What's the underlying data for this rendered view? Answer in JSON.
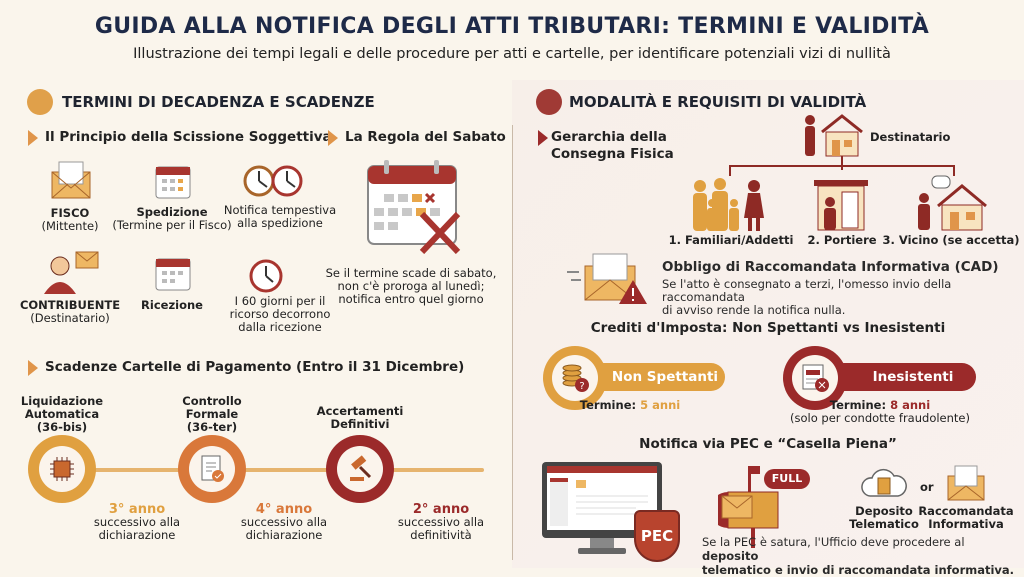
{
  "title": "GUIDA ALLA NOTIFICA DEGLI ATTI TRIBUTARI: TERMINI E VALIDITÀ",
  "subtitle": "Illustrazione dei tempi legali e delle procedure per atti e cartelle, per identificare potenziali vizi di nullità",
  "colors": {
    "navy": "#1e2a48",
    "orange": "#e0a040",
    "dark_orange": "#d9783a",
    "dark_red": "#9b2a2a"
  },
  "left": {
    "heading": "TERMINI DI DECADENZA E SCADENZE",
    "scissione": {
      "title": "Il Principio della Scissione Soggettiva",
      "fisco": {
        "label": "FISCO",
        "sub": "(Mittente)"
      },
      "spedizione": {
        "label": "Spedizione",
        "sub": "(Termine per il Fisco)"
      },
      "notifica": [
        "Notifica tempestiva",
        "alla spedizione"
      ],
      "contribuente": {
        "label": "CONTRIBUENTE",
        "sub": "(Destinatario)"
      },
      "ricezione": {
        "label": "Ricezione"
      },
      "ricorso": [
        "I 60 giorni per il",
        "ricorso decorrono",
        "dalla ricezione"
      ]
    },
    "sabato": {
      "title": "La Regola del Sabato",
      "text": [
        "Se il termine scade di sabato,",
        "non c'è proroga al lunedì;",
        "notifica entro quel giorno"
      ]
    },
    "cartelle": {
      "title": "Scadenze Cartelle di Pagamento (Entro il 31 Dicembre)",
      "steps": [
        {
          "label": [
            "Liquidazione",
            "Automatica",
            "(36-bis)"
          ],
          "icon": "chip-icon",
          "year": "3° anno",
          "desc": [
            "successivo alla",
            "dichiarazione"
          ]
        },
        {
          "label": [
            "Controllo",
            "Formale",
            "(36-ter)"
          ],
          "icon": "document-check-icon",
          "year": "4° anno",
          "desc": [
            "successivo alla",
            "dichiarazione"
          ]
        },
        {
          "label": [
            "Accertamenti",
            "Definitivi"
          ],
          "icon": "gavel-icon",
          "year": "2° anno",
          "desc": [
            "successivo alla",
            "definitività"
          ]
        }
      ]
    }
  },
  "right": {
    "heading": "MODALITÀ E REQUISITI DI VALIDITÀ",
    "gerarchia": {
      "title": [
        "Gerarchia della",
        "Consegna Fisica"
      ],
      "root": "Destinatario",
      "levels": [
        "1. Familiari/Addetti",
        "2. Portiere",
        "3. Vicino (se accetta)"
      ]
    },
    "cad": {
      "title": "Obbligo di Raccomandata Informativa (CAD)",
      "text": [
        "Se l'atto è consegnato a terzi, l'omesso invio della raccomandata",
        "di avviso rende la notifica nulla."
      ]
    },
    "crediti": {
      "title": "Crediti d'Imposta: Non Spettanti vs Inesistenti",
      "non_spettanti": {
        "label": "Non Spettanti",
        "term_label": "Termine:",
        "term": "5 anni"
      },
      "inesistenti": {
        "label": "Inesistenti",
        "term_label": "Termine:",
        "term": "8 anni",
        "note": "(solo per condotte fraudolente)"
      }
    },
    "pec": {
      "title": "Notifica via PEC e “Casella Piena”",
      "badge": "PEC",
      "full": "FULL",
      "or": "or",
      "deposito": [
        "Deposito",
        "Telematico"
      ],
      "raccomandata": [
        "Raccomandata",
        "Informativa"
      ],
      "text": [
        "Se la PEC è satura, l'Ufficio deve procedere al ",
        "deposito",
        "telematico e invio di raccomandata informativa."
      ]
    }
  }
}
